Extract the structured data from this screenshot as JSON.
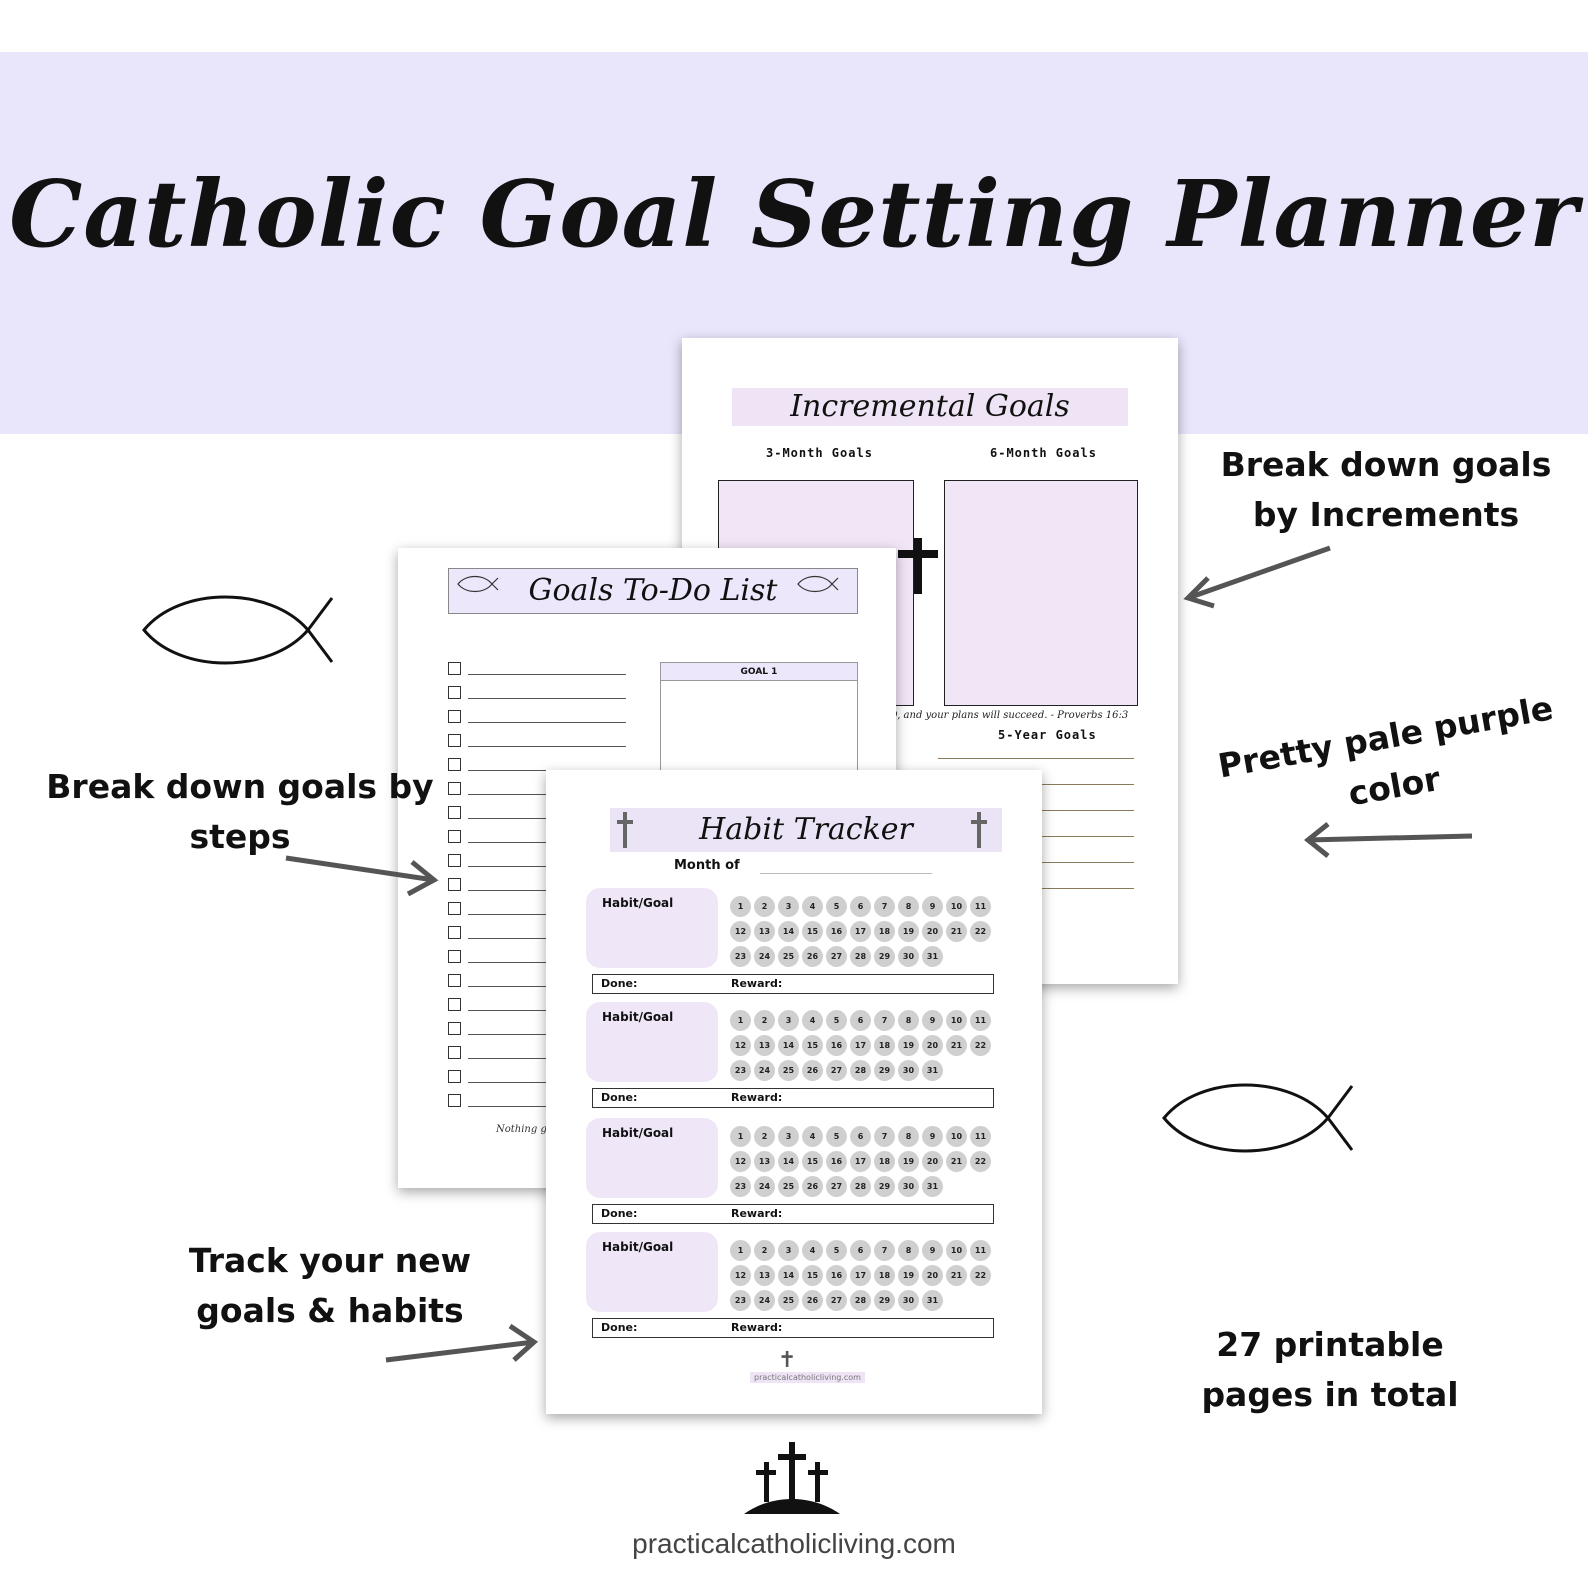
{
  "main_title": "Catholic Goal Setting Planner",
  "colors": {
    "banner": "#e9e5fb",
    "page_accent": "#efe4f5",
    "circle": "#cfcfcf"
  },
  "annotations": {
    "increments": "Break down goals by Increments",
    "steps": "Break down goals by steps",
    "purple": "Pretty pale purple color",
    "track": "Track your new goals & habits",
    "pages": "27 printable pages in total"
  },
  "incremental_page": {
    "title": "Incremental Goals",
    "col1": "3-Month Goals",
    "col2": "6-Month Goals",
    "quote": "RD, and your plans will succeed. - Proverbs 16:3",
    "col3": "5-Year Goals"
  },
  "todo_page": {
    "title": "Goals To-Do List",
    "goal_box": "GOAL 1",
    "footer": "Nothing grea"
  },
  "habit_page": {
    "title": "Habit Tracker",
    "month_label": "Month of",
    "habit_label": "Habit/Goal",
    "done_label": "Done:",
    "reward_label": "Reward:",
    "url": "practicalcatholicliving.com"
  },
  "icons": [
    "fish-icon",
    "cross-icon",
    "three-crosses-logo-icon",
    "arrow-icon"
  ],
  "footer_url": "practicalcatholicliving.com"
}
